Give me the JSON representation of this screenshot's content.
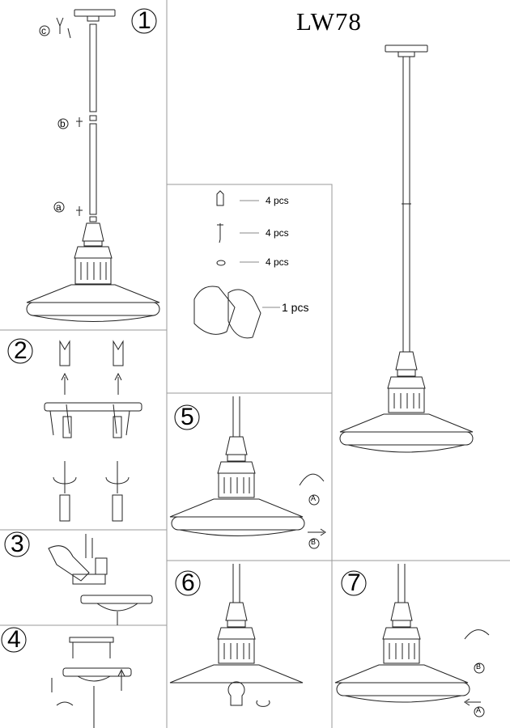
{
  "model": "LW78",
  "steps": [
    "1",
    "2",
    "3",
    "4",
    "5",
    "6",
    "7"
  ],
  "parts_labels": {
    "a": "a",
    "b": "b",
    "c": "c"
  },
  "hardware": [
    {
      "qty": "4 pcs"
    },
    {
      "qty": "4 pcs"
    },
    {
      "qty": "4 pcs"
    },
    {
      "qty": "1 pcs"
    }
  ],
  "markers": {
    "A": "A",
    "B": "B"
  }
}
